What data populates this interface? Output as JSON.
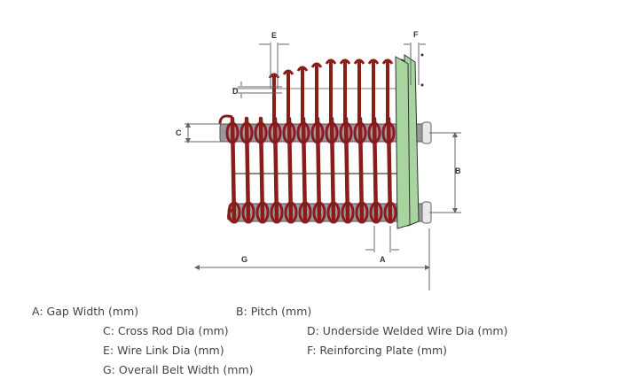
{
  "diagram": {
    "dimension_labels": {
      "a": "A",
      "b": "B",
      "c": "C",
      "d": "D",
      "e": "E",
      "f": "F",
      "g": "G"
    },
    "colors": {
      "wire_link": "#8b1c1c",
      "cross_rod": "#9a9a9a",
      "reinforcing_plate": "#a8d4a0",
      "dimension_line": "#666666"
    }
  },
  "legend": {
    "a": "A: Gap Width (mm)",
    "b": "B: Pitch (mm)",
    "c": "C: Cross Rod Dia (mm)",
    "d": "D: Underside Welded Wire Dia (mm)",
    "e": "E: Wire Link Dia (mm)",
    "f": "F: Reinforcing Plate (mm)",
    "g": "G: Overall Belt Width (mm)"
  }
}
